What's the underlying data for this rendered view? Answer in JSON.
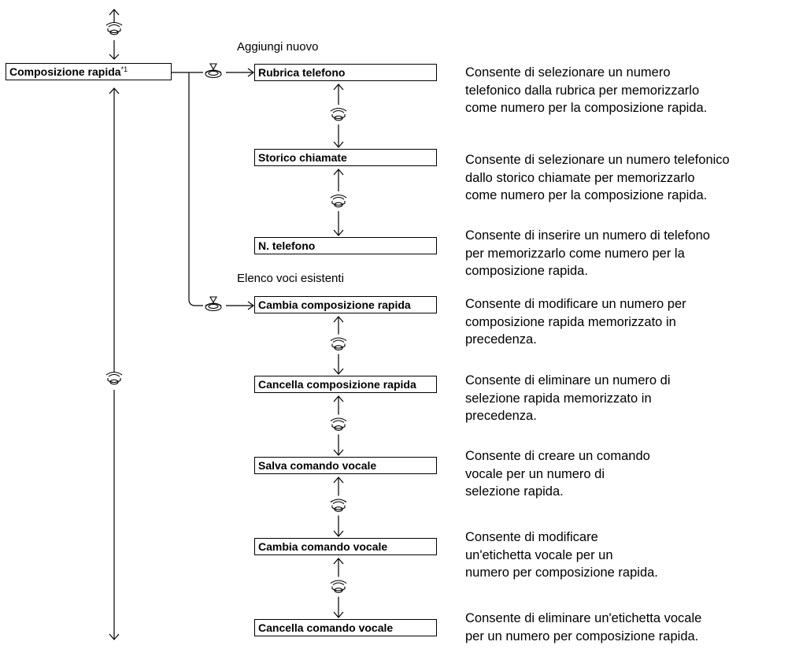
{
  "root": {
    "label": "Composizione rapida",
    "footnote": "*1"
  },
  "groups": {
    "add_new": "Aggiungi nuovo",
    "existing": "Elenco voci esistenti"
  },
  "items": [
    {
      "label": "Rubrica telefono",
      "description": "Consente di selezionare un numero\ntelefonico dalla rubrica per memorizzarlo\ncome numero per la composizione rapida."
    },
    {
      "label": "Storico chiamate",
      "description": "Consente di selezionare un numero telefonico\ndallo storico chiamate per memorizzarlo\ncome numero per la composizione rapida."
    },
    {
      "label": "N. telefono",
      "description": "Consente di inserire un numero di telefono\nper memorizzarlo come numero per la\ncomposizione rapida."
    },
    {
      "label": "Cambia composizione rapida",
      "description": "Consente di modificare un numero per\ncomposizione rapida memorizzato in\nprecedenza."
    },
    {
      "label": "Cancella composizione rapida",
      "description": "Consente di eliminare un numero di\nselezione rapida memorizzato in\nprecedenza."
    },
    {
      "label": "Salva comando vocale",
      "description": "Consente di creare un comando\nvocale per un numero di\nselezione rapida."
    },
    {
      "label": "Cambia comando vocale",
      "description": "Consente di modificare\nun'etichetta vocale per un\nnumero per composizione rapida."
    },
    {
      "label": "Cancella comando vocale",
      "description": "Consente di eliminare un'etichetta vocale\nper un numero per composizione rapida."
    }
  ],
  "icons": {
    "scroll": "scroll-knob-icon",
    "press": "press-knob-icon"
  }
}
